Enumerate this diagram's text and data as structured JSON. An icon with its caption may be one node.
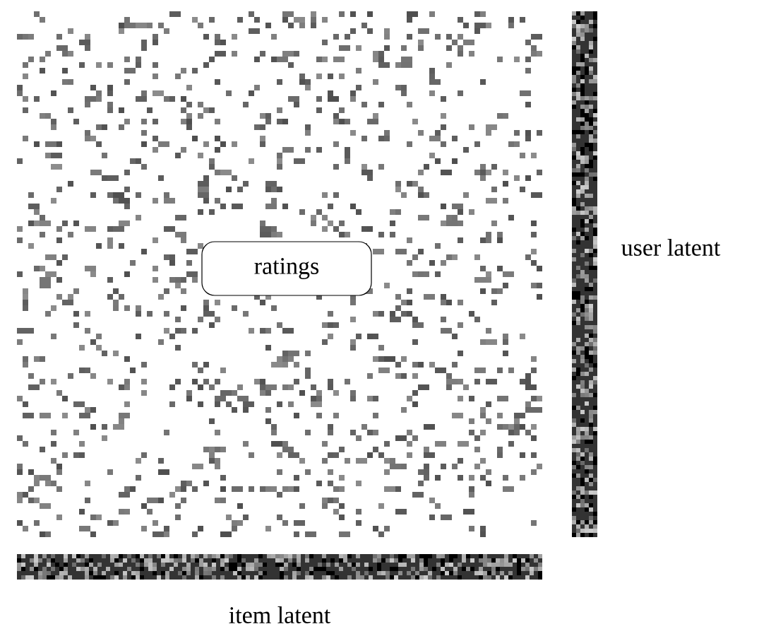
{
  "diagram": {
    "nodes": [
      {
        "text": [
          "ratings"
        ]
      }
    ],
    "labels": [
      "user latent",
      "item latent"
    ]
  }
}
